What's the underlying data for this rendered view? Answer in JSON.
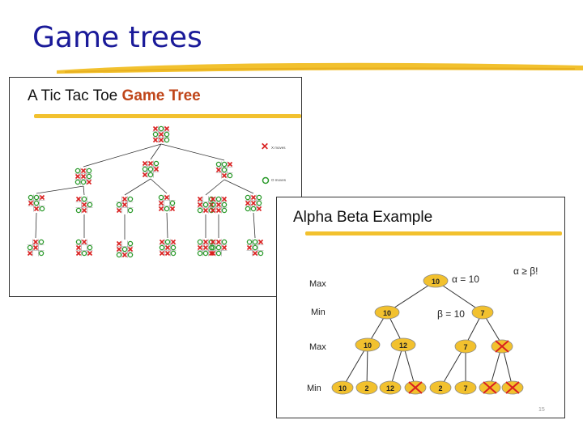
{
  "slide": {
    "title": "Game trees"
  },
  "ttt_panel": {
    "heading_plain": "A Tic Tac Toe ",
    "heading_accent": "Game Tree",
    "legend_x": "X moves",
    "legend_o": "O moves"
  },
  "ab_panel": {
    "heading": "Alpha Beta Example",
    "levels": [
      "Max",
      "Min",
      "Max",
      "Min"
    ],
    "alpha_label": "α = 10",
    "beta_label": "β = 10",
    "condition": "α ≥ β!",
    "page_number": "15",
    "nodes": {
      "root": "10",
      "min_left": "10",
      "min_right": "7",
      "max_ll": "10",
      "max_lr": "12",
      "max_rl": "7",
      "leaf_1": "10",
      "leaf_2": "2",
      "leaf_3": "12",
      "leaf_5": "2",
      "leaf_6": "7"
    }
  },
  "colors": {
    "title": "#1a1a99",
    "accent_bar": "#f2c12e",
    "node_fill": "#f2c12e",
    "x_mark": "#d92020",
    "o_mark": "#2a9a2a"
  }
}
